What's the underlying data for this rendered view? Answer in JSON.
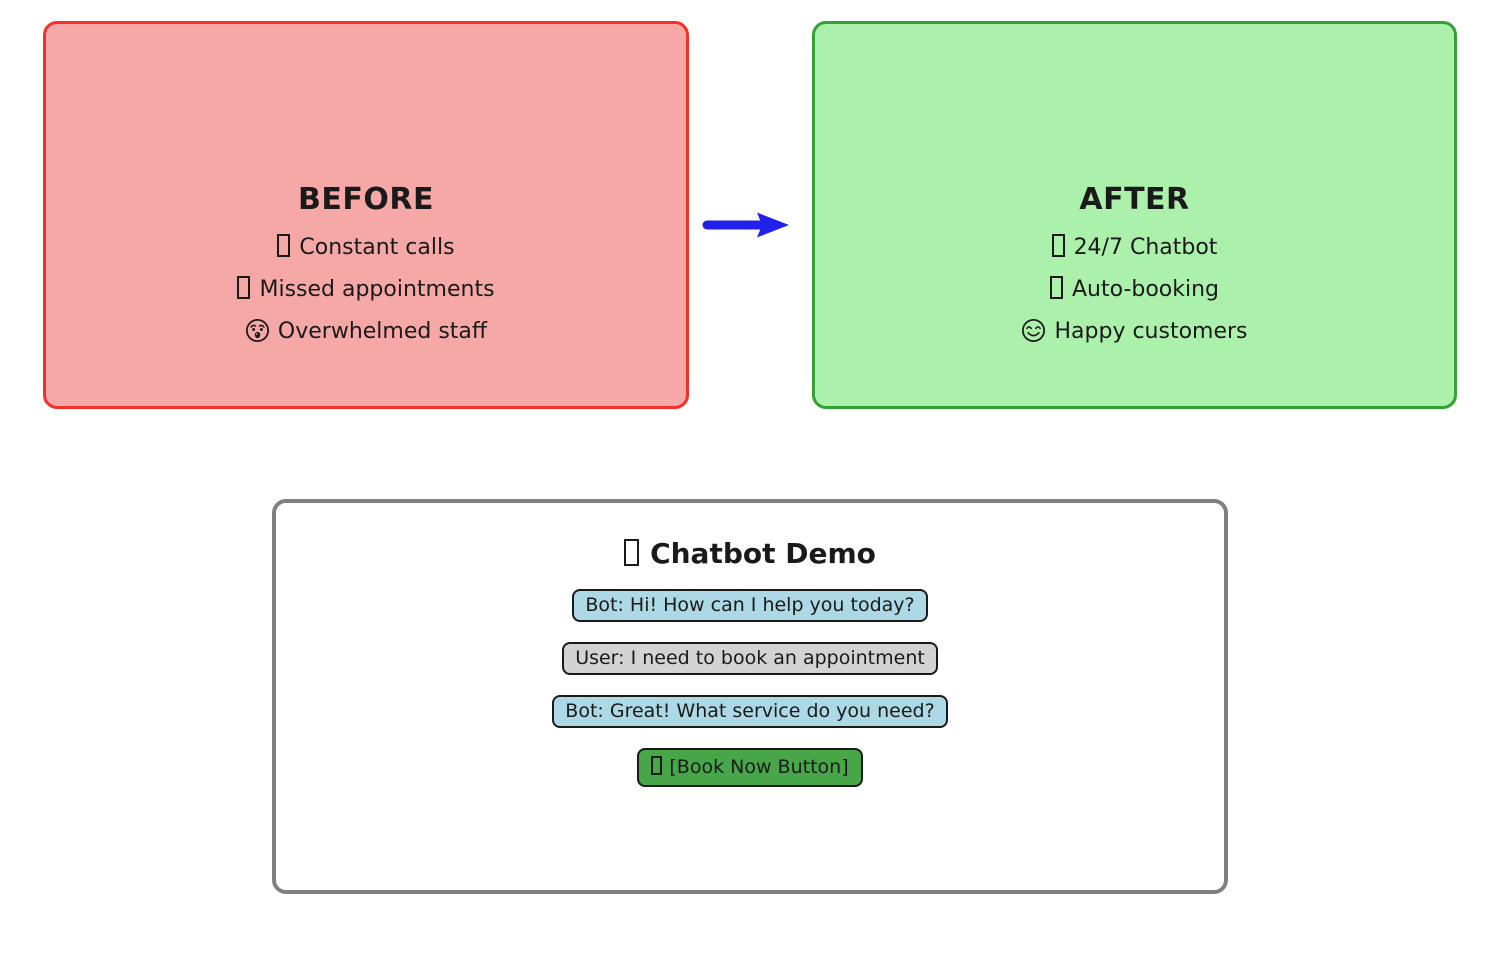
{
  "before_panel": {
    "title": "BEFORE",
    "items": [
      {
        "icon": "missing-glyph",
        "label": "Constant calls"
      },
      {
        "icon": "missing-glyph",
        "label": "Missed appointments"
      },
      {
        "icon": "astonished-face",
        "label": "Overwhelmed staff"
      }
    ]
  },
  "after_panel": {
    "title": "AFTER",
    "items": [
      {
        "icon": "missing-glyph",
        "label": "24/7 Chatbot"
      },
      {
        "icon": "missing-glyph",
        "label": "Auto-booking"
      },
      {
        "icon": "smiling-face",
        "label": "Happy customers"
      }
    ]
  },
  "arrow": {
    "direction": "right",
    "color": "#2121ea"
  },
  "demo_panel": {
    "title": "Chatbot Demo",
    "messages": [
      {
        "sender": "bot",
        "text": "Bot: Hi! How can I help you today?"
      },
      {
        "sender": "user",
        "text": "User: I need to book an appointment"
      },
      {
        "sender": "bot",
        "text": "Bot: Great! What service do you need?"
      }
    ],
    "button": {
      "text": "[Book Now Button]"
    }
  },
  "colors": {
    "before_fill": "#f5a8a6",
    "before_border": "#f62f2a",
    "after_fill": "#abf0ab",
    "after_border": "#35a035",
    "bot_bubble": "#add8e6",
    "user_bubble": "#d3d3d3",
    "book_button_fill": "#47a647",
    "demo_border": "#808080",
    "arrow": "#2121ea",
    "text": "#1a1a1a"
  }
}
